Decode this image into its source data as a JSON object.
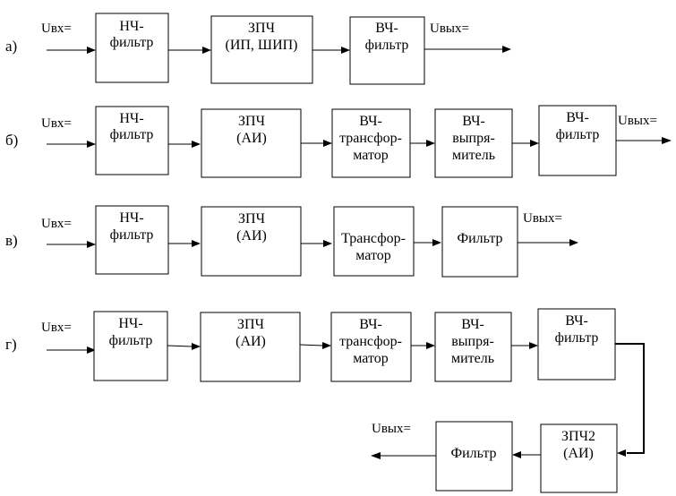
{
  "rows": [
    {
      "label": "а)",
      "input": "Uвх=",
      "output": "Uвых=",
      "blocks": [
        [
          "НЧ-",
          "фильтр"
        ],
        [
          "ЗПЧ",
          "(ИП, ШИП)"
        ],
        [
          "ВЧ-",
          "фильтр"
        ]
      ]
    },
    {
      "label": "б)",
      "input": "Uвх=",
      "output": "Uвых=",
      "blocks": [
        [
          "НЧ-",
          "фильтр"
        ],
        [
          "ЗПЧ",
          "(АИ)"
        ],
        [
          "ВЧ-",
          "трансфор-",
          "матор"
        ],
        [
          "ВЧ-",
          "выпря-",
          "митель"
        ],
        [
          "ВЧ-",
          "фильтр"
        ]
      ]
    },
    {
      "label": "в)",
      "input": "Uвх=",
      "output": "Uвых=",
      "blocks": [
        [
          "НЧ-",
          "фильтр"
        ],
        [
          "ЗПЧ",
          "(АИ)"
        ],
        [
          "Трансфор-",
          "матор"
        ],
        [
          "Фильтр"
        ]
      ]
    },
    {
      "label": "г)",
      "input": "Uвх=",
      "output": "Uвых=",
      "blocks": [
        [
          "НЧ-",
          "фильтр"
        ],
        [
          "ЗПЧ",
          "(АИ)"
        ],
        [
          "ВЧ-",
          "трансфор-",
          "матор"
        ],
        [
          "ВЧ-",
          "выпря-",
          "митель"
        ],
        [
          "ВЧ-",
          "фильтр"
        ],
        [
          "ЗПЧ2",
          "(АИ)"
        ],
        [
          "Фильтр"
        ]
      ]
    }
  ]
}
